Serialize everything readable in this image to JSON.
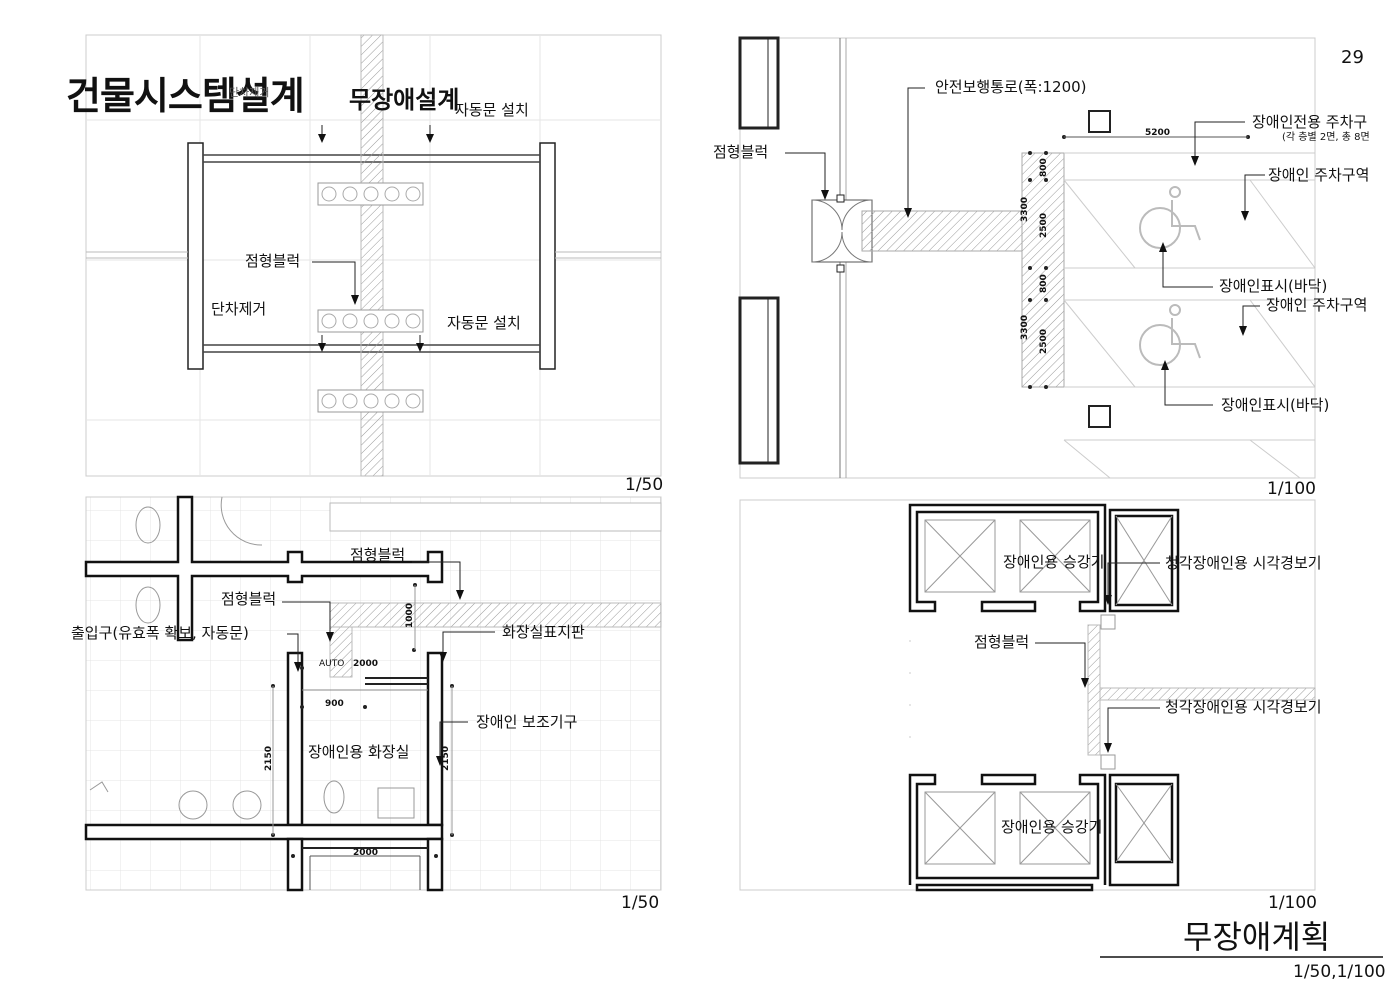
{
  "header": {
    "title": "건물시스템설계",
    "subtitle": "무장애설계",
    "page_number": "29"
  },
  "panel_entrance": {
    "scale": "1/50",
    "labels": {
      "auto_door_top": "자동문 설치",
      "tactile_block": "점형블럭",
      "step_removal": "단차제거",
      "auto_door_bottom": "자동문 설치",
      "step_removal_top": "단차제거"
    }
  },
  "panel_parking": {
    "scale": "1/100",
    "labels": {
      "safe_path": "안전보행통로(폭:1200)",
      "tactile_block": "점형블럭",
      "disabled_parking": "장애인전용 주차구",
      "parking_note": "(각 층별 2면, 총 8면",
      "parking_zone_1": "장애인 주차구역",
      "floor_mark_1": "장애인표시(바닥)",
      "parking_zone_2": "장애인 주차구역",
      "floor_mark_2": "장애인표시(바닥)"
    },
    "dims": {
      "width": "5200",
      "d800a": "800",
      "d3300a": "3300",
      "d2500a": "2500",
      "d800b": "800",
      "d3300b": "3300",
      "d2500b": "2500"
    }
  },
  "panel_restroom": {
    "scale": "1/50",
    "labels": {
      "tactile_block_1": "점형블럭",
      "tactile_block_2": "점형블럭",
      "entrance": "출입구(유효폭 확보, 자동문)",
      "sign": "화장실표지판",
      "grab_bar": "장애인 보조기구",
      "restroom": "장애인용 화장실"
    },
    "dims": {
      "auto": "AUTO",
      "d2000a": "2000",
      "d1000": "1000",
      "d900": "900",
      "d2150a": "2150",
      "d2150b": "2150",
      "d2000b": "2000"
    }
  },
  "panel_elevator": {
    "scale": "1/100",
    "labels": {
      "elevator_1": "장애인용 승강기",
      "visual_alarm_1": "청각장애인용 시각경보기",
      "tactile_block": "점형블럭",
      "visual_alarm_2": "청각장애인용 시각경보기",
      "elevator_2": "장애인용 승강기"
    }
  },
  "footer": {
    "title": "무장애계획",
    "scale": "1/50,1/100"
  }
}
